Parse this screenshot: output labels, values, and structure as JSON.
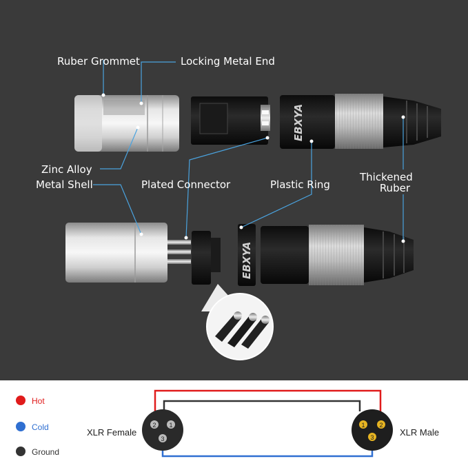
{
  "callouts": {
    "ruber_grommet": "Ruber Grommet",
    "locking_metal_end": "Locking Metal End",
    "zinc_alloy": "Zinc Alloy",
    "metal_shell": "Metal Shell",
    "plated_connector": "Plated Connector",
    "plastic_ring": "Plastic Ring",
    "thickened": "Thickened",
    "ruber": "Ruber"
  },
  "brand": {
    "text": "EBXYA"
  },
  "wiring": {
    "legend": [
      {
        "label": "Hot",
        "color": "#e01b1b"
      },
      {
        "label": "Cold",
        "color": "#2f6fd1"
      },
      {
        "label": "Ground",
        "color": "#333333"
      }
    ],
    "female_label": "XLR Female",
    "male_label": "XLR Male",
    "female_pins": [
      "2",
      "1",
      "3"
    ],
    "male_pins": [
      "1",
      "2",
      "3"
    ]
  },
  "colors": {
    "background": "#3a3a3a",
    "callout_line": "#4aa3df",
    "hot": "#e01b1b",
    "cold": "#2f6fd1",
    "ground": "#333333"
  }
}
